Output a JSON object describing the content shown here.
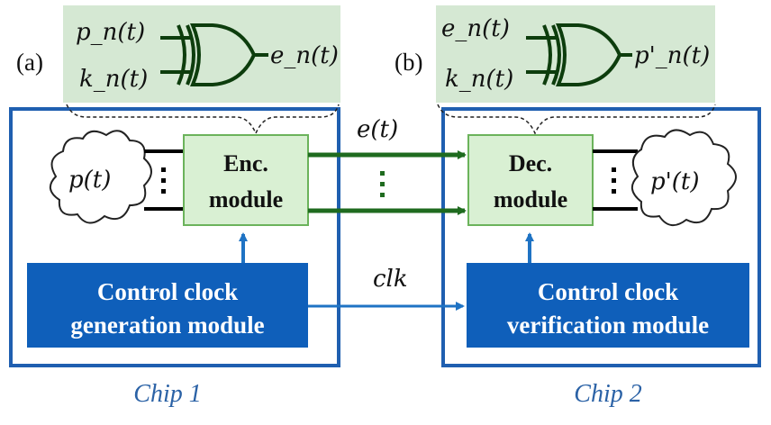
{
  "panel_a": {
    "tag": "(a)",
    "input1": "p_n(t)",
    "input2": "k_n(t)",
    "output": "e_n(t)"
  },
  "panel_b": {
    "tag": "(b)",
    "input1": "e_n(t)",
    "input2": "k_n(t)",
    "output": "p'_n(t)"
  },
  "chip1": {
    "name": "Chip 1",
    "source_cloud": "p(t)",
    "enc_module": {
      "line1": "Enc.",
      "line2": "module"
    },
    "control": {
      "line1": "Control clock",
      "line2": "generation module"
    }
  },
  "chip2": {
    "name": "Chip 2",
    "sink_cloud": "p'(t)",
    "dec_module": {
      "line1": "Dec.",
      "line2": "module"
    },
    "control": {
      "line1": "Control clock",
      "line2": "verification module"
    }
  },
  "links": {
    "data_signal": "e(t)",
    "clock_signal": "clk"
  },
  "colors": {
    "chip_border": "#1f5fb0",
    "control_fill": "#0f5fba",
    "module_fill": "#d9f0d3",
    "module_border": "#6bb35b",
    "data_arrow": "#1f6b1f",
    "clock_arrow": "#1f73c4",
    "panel_fill": "#d5e8d3",
    "chip_label": "#2b62a6"
  }
}
